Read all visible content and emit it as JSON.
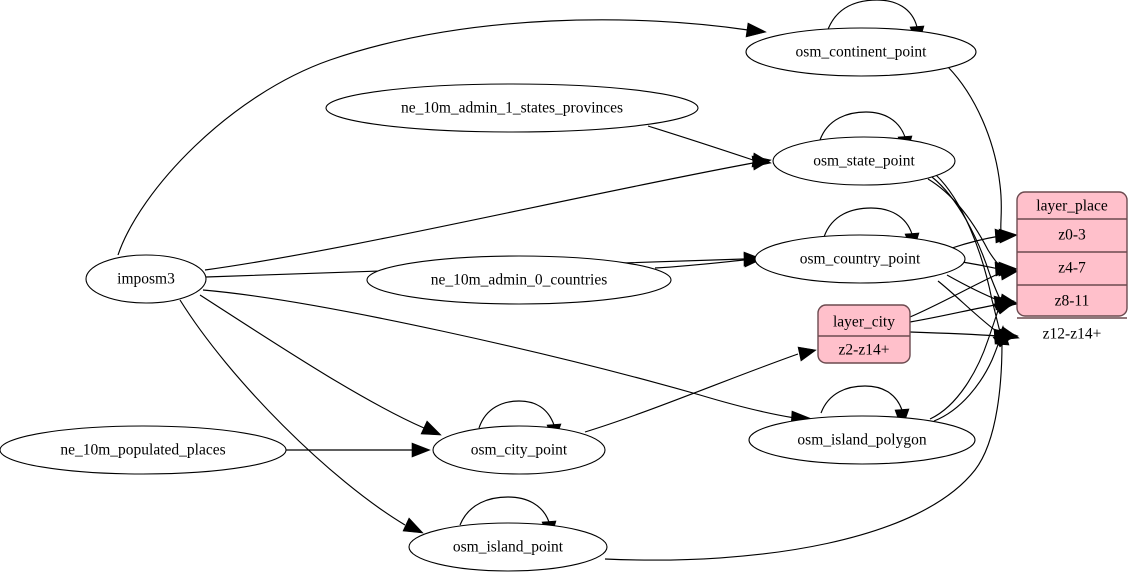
{
  "diagram": {
    "type": "directed-graph",
    "title": "imposm3 place layer dependency graph",
    "background": "#ffffff",
    "colors": {
      "record_fill": "#ffc0cb",
      "record_stroke": "#6b4a4f",
      "node_fill": "#ffffff",
      "edge": "#000000"
    },
    "nodes": [
      {
        "id": "imposm3",
        "label": "imposm3",
        "shape": "ellipse"
      },
      {
        "id": "ne_states",
        "label": "ne_10m_admin_1_states_provinces",
        "shape": "ellipse"
      },
      {
        "id": "ne_countries",
        "label": "ne_10m_admin_0_countries",
        "shape": "ellipse"
      },
      {
        "id": "ne_populated",
        "label": "ne_10m_populated_places",
        "shape": "ellipse"
      },
      {
        "id": "osm_continent_point",
        "label": "osm_continent_point",
        "shape": "ellipse"
      },
      {
        "id": "osm_state_point",
        "label": "osm_state_point",
        "shape": "ellipse"
      },
      {
        "id": "osm_country_point",
        "label": "osm_country_point",
        "shape": "ellipse"
      },
      {
        "id": "osm_city_point",
        "label": "osm_city_point",
        "shape": "ellipse"
      },
      {
        "id": "osm_island_polygon",
        "label": "osm_island_polygon",
        "shape": "ellipse"
      },
      {
        "id": "osm_island_point",
        "label": "osm_island_point",
        "shape": "ellipse"
      }
    ],
    "record_nodes": [
      {
        "id": "layer_place",
        "shape": "record-rounded",
        "rows": [
          "layer_place",
          "z0-3",
          "z4-7",
          "z8-11",
          "z12-z14+"
        ]
      },
      {
        "id": "layer_city",
        "shape": "record-rounded",
        "rows": [
          "layer_city",
          "z2-z14+"
        ]
      }
    ],
    "edges": [
      {
        "from": "imposm3",
        "to": "osm_continent_point"
      },
      {
        "from": "imposm3",
        "to": "osm_state_point"
      },
      {
        "from": "imposm3",
        "to": "osm_country_point"
      },
      {
        "from": "imposm3",
        "to": "osm_city_point"
      },
      {
        "from": "imposm3",
        "to": "osm_island_polygon"
      },
      {
        "from": "imposm3",
        "to": "osm_island_point"
      },
      {
        "from": "ne_states",
        "to": "osm_state_point"
      },
      {
        "from": "ne_countries",
        "to": "osm_country_point"
      },
      {
        "from": "ne_populated",
        "to": "osm_city_point"
      },
      {
        "from": "osm_continent_point",
        "to": "osm_continent_point",
        "self": true
      },
      {
        "from": "osm_state_point",
        "to": "osm_state_point",
        "self": true
      },
      {
        "from": "osm_country_point",
        "to": "osm_country_point",
        "self": true
      },
      {
        "from": "osm_city_point",
        "to": "osm_city_point",
        "self": true
      },
      {
        "from": "osm_island_polygon",
        "to": "osm_island_polygon",
        "self": true
      },
      {
        "from": "osm_island_point",
        "to": "osm_island_point",
        "self": true
      },
      {
        "from": "osm_continent_point",
        "to": "layer_place.z0-3"
      },
      {
        "from": "osm_state_point",
        "to": "layer_place.z4-7"
      },
      {
        "from": "osm_state_point",
        "to": "layer_place.z8-11"
      },
      {
        "from": "osm_state_point",
        "to": "layer_place.z12-z14+"
      },
      {
        "from": "osm_country_point",
        "to": "layer_place.z0-3"
      },
      {
        "from": "osm_country_point",
        "to": "layer_place.z4-7"
      },
      {
        "from": "osm_country_point",
        "to": "layer_place.z8-11"
      },
      {
        "from": "osm_country_point",
        "to": "layer_place.z12-z14+"
      },
      {
        "from": "layer_city",
        "to": "layer_place.z4-7"
      },
      {
        "from": "layer_city",
        "to": "layer_place.z8-11"
      },
      {
        "from": "layer_city",
        "to": "layer_place.z12-z14+"
      },
      {
        "from": "osm_city_point",
        "to": "layer_city.z2-z14+"
      },
      {
        "from": "osm_island_polygon",
        "to": "layer_place.z8-11"
      },
      {
        "from": "osm_island_polygon",
        "to": "layer_place.z12-z14+"
      },
      {
        "from": "osm_island_point",
        "to": "layer_place.z12-z14+"
      }
    ]
  }
}
